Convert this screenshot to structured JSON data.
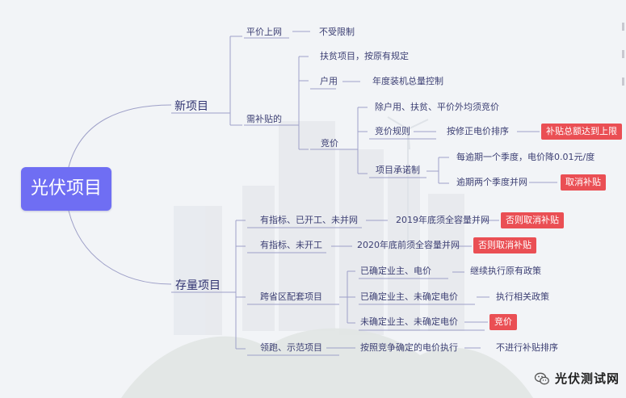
{
  "root": {
    "label": "光伏项目"
  },
  "new_project": {
    "label": "新项目",
    "parity": {
      "label": "平价上网",
      "detail": "不受限制"
    },
    "subsidy": {
      "label": "需补贴的",
      "poverty": {
        "label": "扶贫项目，按原有规定"
      },
      "household": {
        "label": "户用",
        "detail": "年度装机总量控制"
      },
      "bidding": {
        "label": "竞价",
        "note": "除户用、扶贫、平价外均须竞价",
        "rule": {
          "label": "竞价规则",
          "detail": "按修正电价排序",
          "tag": "补贴总额达到上限"
        },
        "commitment": {
          "label": "项目承诺制",
          "delay1": "每逾期一个季度，电价降0.01元/度",
          "delay2": {
            "label": "逾期两个季度并网",
            "tag": "取消补贴"
          }
        }
      }
    }
  },
  "existing_project": {
    "label": "存量项目",
    "quota_started": {
      "label": "有指标、已开工、未并网",
      "detail": "2019年底须全容量并网",
      "tag": "否则取消补贴"
    },
    "quota_not_started": {
      "label": "有指标、未开工",
      "detail": "2020年底前须全容量并网",
      "tag": "否则取消补贴"
    },
    "cross_province": {
      "label": "跨省区配套项目",
      "a": {
        "label": "已确定业主、电价",
        "detail": "继续执行原有政策"
      },
      "b": {
        "label": "已确定业主、未确定电价",
        "detail": "执行相关政策"
      },
      "c": {
        "label": "未确定业主、未确定电价",
        "tag": "竞价"
      }
    },
    "leader": {
      "label": "领跑、示范项目",
      "detail": "按照竞争确定的电价执行",
      "result": "不进行补贴排序"
    }
  },
  "watermark": {
    "text": "光伏测试网",
    "icon": "wechat-icon"
  },
  "colors": {
    "root_bg": "#6f6ef3",
    "tag_bg": "#ea4f54",
    "line": "#9ea0c8",
    "text": "#3c3f73"
  }
}
